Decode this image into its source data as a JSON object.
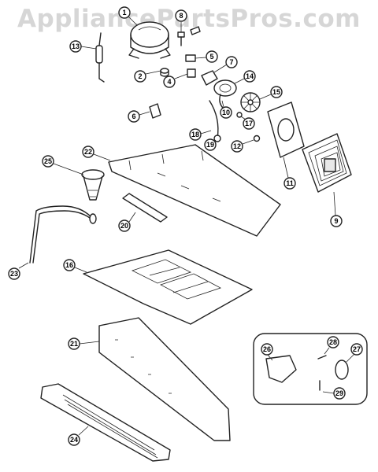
{
  "watermark": "AppliancePartsPros.com",
  "callouts": [
    "1",
    "2",
    "4",
    "5",
    "6",
    "7",
    "8",
    "9",
    "10",
    "11",
    "12",
    "13",
    "14",
    "15",
    "16",
    "17",
    "18",
    "19",
    "20",
    "21",
    "22",
    "23",
    "24",
    "25",
    "26",
    "27",
    "28",
    "29"
  ]
}
